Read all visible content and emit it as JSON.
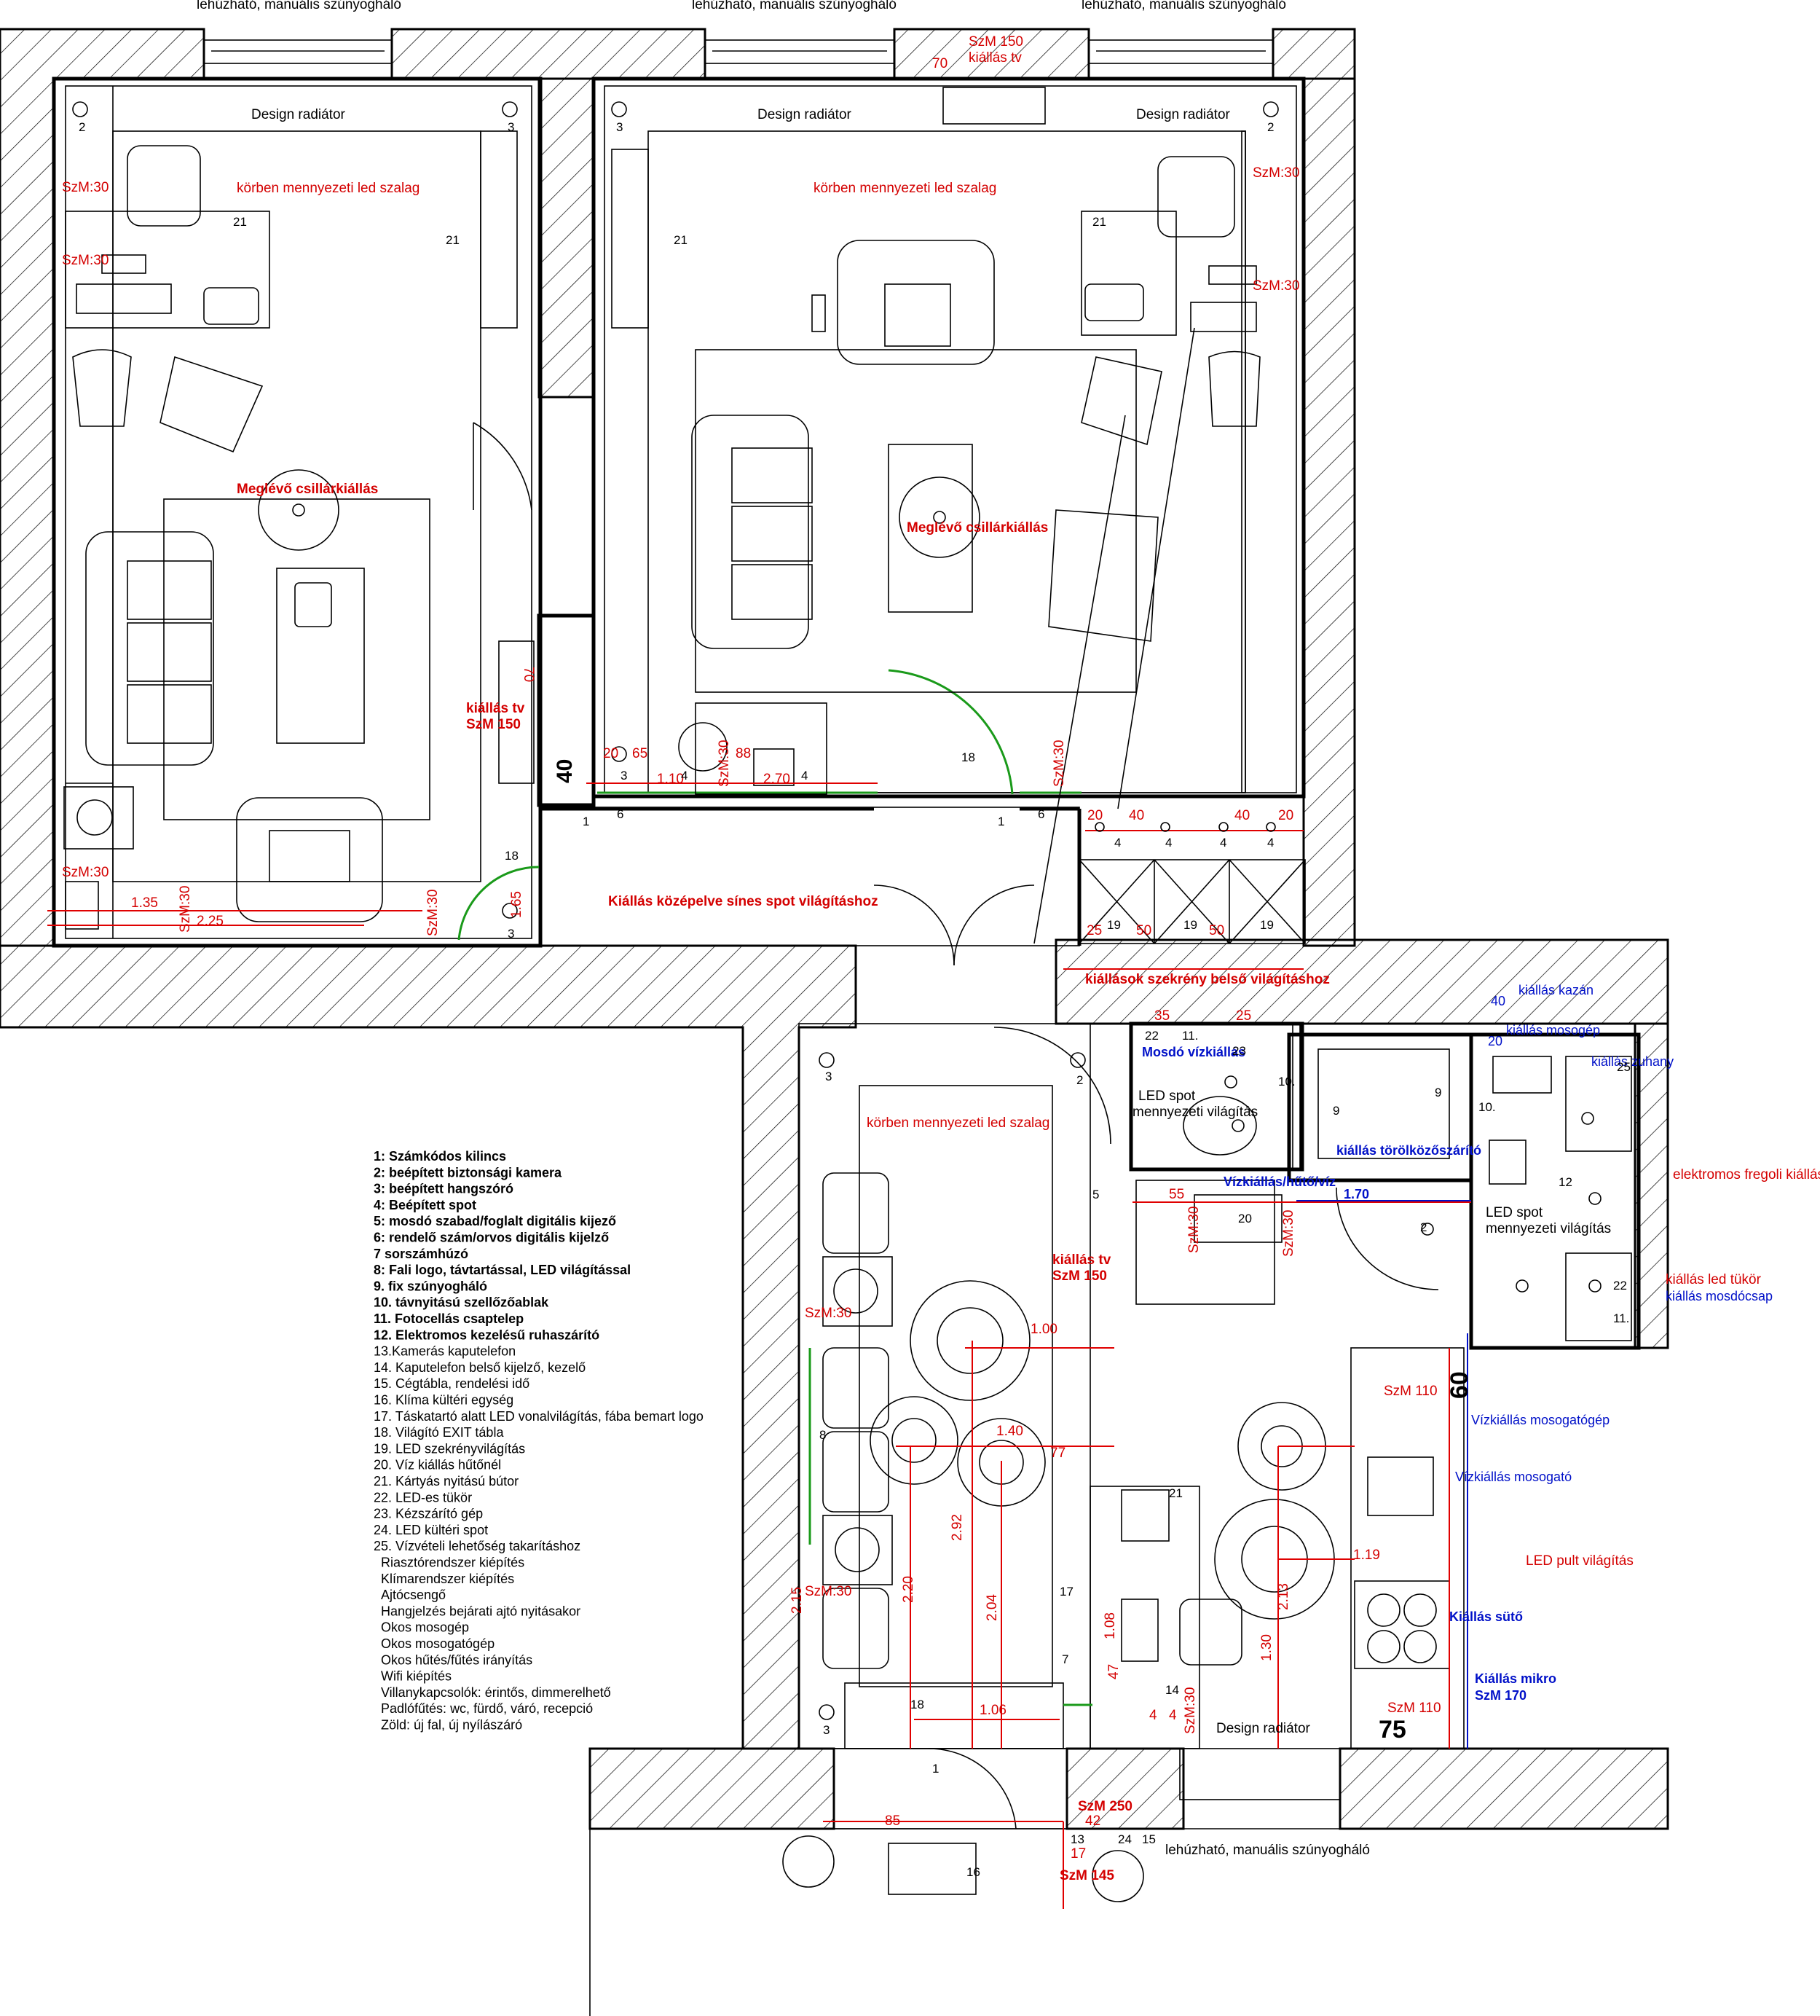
{
  "title": "",
  "top_labels": {
    "net1": "lehúzható, manuális szúnyogháló",
    "net2": "lehúzható, manuális szúnyogháló",
    "net3": "lehúzható, manuális szúnyogháló",
    "net_bottom": "lehúzható, manuális szúnyogháló"
  },
  "radiators": {
    "r1": "Design radiátor",
    "r2": "Design radiátor",
    "r3": "Design radiátor",
    "r4": "Design radiátor"
  },
  "red_notes": {
    "led_left": "körben mennyezeti led szalag",
    "led_mid": "körben mennyezeti led szalag",
    "led_corridor": "körben mennyezeti led szalag",
    "chandelier_left": "Meglévő csillárkiállás",
    "chandelier_mid": "Meglévő csillárkiállás",
    "tv_left": "kiállás tv",
    "tv_left_szm": "SzM 150",
    "tv_top": "SzM 150",
    "tv_top2": "kiállás tv",
    "tv_corr": "kiállás tv",
    "tv_corr_szm": "SzM 150",
    "spot_rail": "Kiállás középelve sínes spot világításhoz",
    "cabinet_light": "kiállások szekrény belső világításhoz",
    "electric_dryer": "elektromos fregoli kiállás",
    "led_mirror": "kiállás led tükör",
    "led_counter": "LED pult világítás",
    "szm250": "SzM 250",
    "szm145": "SzM 145"
  },
  "blue_notes": {
    "boiler": "kiállás kazán",
    "washer": "kiállás mosogép",
    "shower": "kiállás zuhany",
    "sink_outlet": "Mosdó vízkiállás",
    "towel_dryer": "kiállás törölközőszárító",
    "water_fridge": "Vízkiállás/hűtő/víz",
    "mirror_tap": "kiállás mosdócsap",
    "dishwasher": "Vízkiállás mosogatógép",
    "sink": "Vízkiállás mosogató",
    "oven": "Kiállás sütő",
    "micro": "Kiállás mikro",
    "micro_szm": "SzM 170"
  },
  "black_notes": {
    "led_spot_wc": "LED spot",
    "led_spot_wc2": "mennyezeti világítás",
    "led_spot_bath": "LED spot",
    "led_spot_bath2": "mennyezeti világítás"
  },
  "dimensions": {
    "d20": "20",
    "d40": "40",
    "d65": "65",
    "d88": "88",
    "d270": "2.70",
    "d110": "1.10",
    "d135": "1.35",
    "d225": "2.25",
    "d70": "70",
    "d25": "25",
    "d50": "50",
    "d35": "35",
    "d55": "55",
    "d170": "1.70",
    "d100": "1.00",
    "d140": "1.40",
    "d77": "77",
    "d292": "2.92",
    "d204": "2.04",
    "d220": "2.20",
    "d215": "2.15",
    "d106": "1.06",
    "d85": "85",
    "d42": "42",
    "d17": "17",
    "d130": "1.30",
    "d213": "2.13",
    "d119": "1.19",
    "d108": "1.08",
    "d60": "60",
    "d75": "75",
    "d4": "4",
    "d165": "1.65",
    "d47": "47"
  },
  "legend": [
    "1: Számkódos kilincs",
    "2: beépített biztonsági kamera",
    "3: beépített hangszóró",
    "4: Beépített spot",
    "5: mosdó szabad/foglalt digitális  kijező",
    "6: rendelő szám/orvos digitális kijelző",
    "7 sorszámhúzó",
    "8: Fali logo, távtartással, LED világítással",
    "9. fix szúnyogháló",
    "10. távnyitású szellőzőablak",
    "11. Fotocellás csaptelep",
    "12. Elektromos kezelésű ruhaszárító",
    "13.Kamerás kaputelefon",
    "14. Kaputelefon belső kijelző, kezelő",
    "15. Cégtábla, rendelési idő",
    "16. Klíma kültéri egység",
    "17. Táskatartó alatt LED vonalvilágítás, fába bemart logo",
    "18. Világító EXIT tábla",
    "19. LED szekrényvilágítás",
    "20. Víz kiállás hűtőnél",
    "21. Kártyás nyitású bútor",
    "22. LED-es tükör",
    "23. Kézszárító gép",
    "24. LED kültéri spot",
    "25. Vízvételi lehetőség takarításhoz",
    "Riasztórendszer kiépítés",
    "Klímarendszer kiépítés",
    "Ajtócsengő",
    "Hangjelzés bejárati ajtó nyitásakor",
    "Okos mosogép",
    "Okos mosogatógép",
    "Okos hűtés/fűtés irányítás",
    "Wifi kiépítés",
    "Villanykapcsolók: érintős, dimmerelhető",
    "Padlófűtés: wc, fürdő, váró, recepció",
    " Zöld: új fal, új nyílászáró"
  ],
  "legend_bold_count": 12,
  "codes": {
    "szm30": "SzM:30",
    "szm110": "SzM 110",
    "n1": "1",
    "n2": "2",
    "n3": "3",
    "n4": "4",
    "n5": "5",
    "n6": "6",
    "n7": "7",
    "n8": "8",
    "n9": "9",
    "n10": "10.",
    "n11": "11.",
    "n12": "12",
    "n13": "13",
    "n14": "14",
    "n15": "15",
    "n16": "16",
    "n17": "17",
    "n18": "18",
    "n19": "19",
    "n20": "20",
    "n21": "21",
    "n22": "22",
    "n23": "23",
    "n24": "24",
    "n25": "25"
  }
}
